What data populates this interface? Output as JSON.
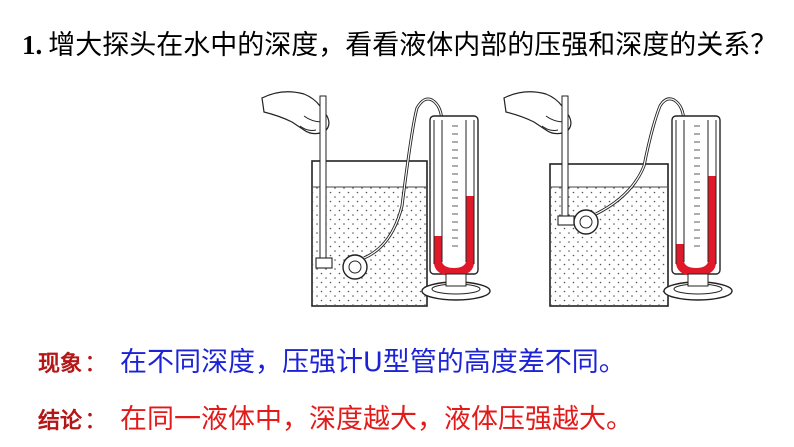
{
  "question": {
    "number": "1.",
    "text": "增大探头在水中的深度，看看液体内部的压强和深度的关系？"
  },
  "phenomenon": {
    "label": "现象",
    "colon": "：",
    "text": "在不同深度，压强计U型管的高度差不同。"
  },
  "conclusion": {
    "label": "结论",
    "colon": "：",
    "text": "在同一液体中，深度越大，液体压强越大。"
  },
  "colors": {
    "liquid_in_tube": "#e0192a",
    "phenomenon_text": "#1c23d6",
    "conclusion_text": "#e21a1a",
    "label_color": "#b31717"
  }
}
